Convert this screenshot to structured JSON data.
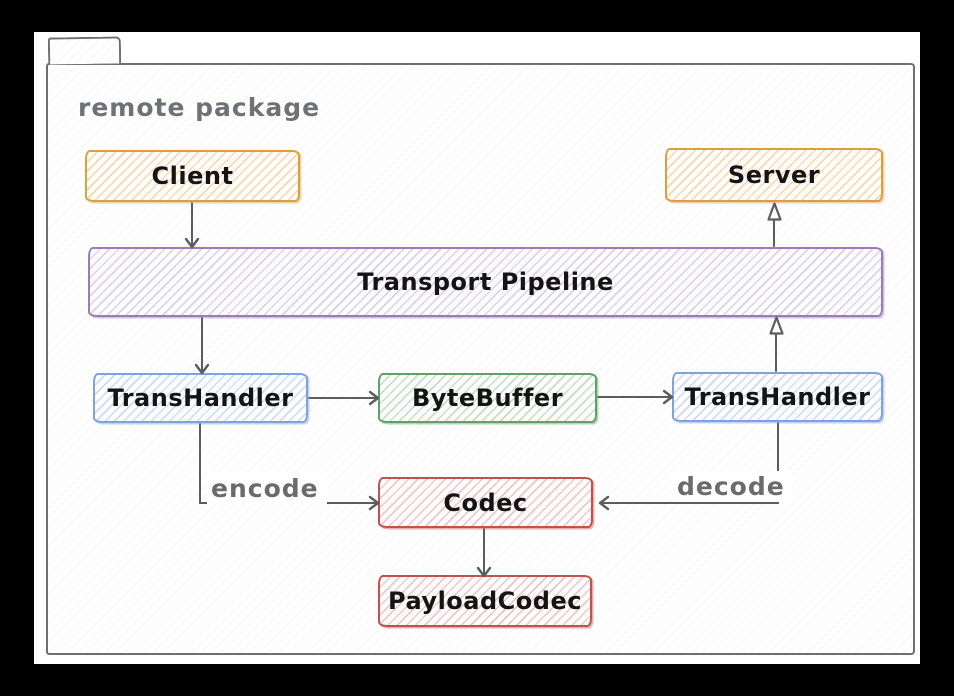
{
  "diagram": {
    "type": "package-component-diagram",
    "style": "hand-drawn-sketch"
  },
  "package": {
    "label": "remote package"
  },
  "nodes": {
    "client": {
      "label": "Client",
      "color": "#dd9f3d"
    },
    "server": {
      "label": "Server",
      "color": "#dd9f3d"
    },
    "transport_pipeline": {
      "label": "Transport Pipeline",
      "color": "#9c7bb5"
    },
    "trans_handler_left": {
      "label": "TransHandler",
      "color": "#7da3dc"
    },
    "byte_buffer": {
      "label": "ByteBuffer",
      "color": "#5fa265"
    },
    "trans_handler_right": {
      "label": "TransHandler",
      "color": "#7da3dc"
    },
    "codec": {
      "label": "Codec",
      "color": "#c0524e"
    },
    "payload_codec": {
      "label": "PayloadCodec",
      "color": "#c0524e"
    }
  },
  "edges": [
    {
      "from": "client",
      "to": "transport_pipeline",
      "label": "",
      "head": "chevron-down"
    },
    {
      "from": "transport_pipeline",
      "to": "trans_handler_left",
      "label": "",
      "head": "chevron-down"
    },
    {
      "from": "trans_handler_left",
      "to": "byte_buffer",
      "label": "",
      "head": "chevron-right"
    },
    {
      "from": "byte_buffer",
      "to": "trans_handler_right",
      "label": "",
      "head": "chevron-right"
    },
    {
      "from": "trans_handler_right",
      "to": "transport_pipeline",
      "label": "",
      "head": "open-triangle-up"
    },
    {
      "from": "transport_pipeline",
      "to": "server",
      "label": "",
      "head": "open-triangle-up"
    },
    {
      "from": "trans_handler_left",
      "to": "codec",
      "label": "encode",
      "head": "chevron-right"
    },
    {
      "from": "trans_handler_right",
      "to": "codec",
      "label": "decode",
      "head": "chevron-left"
    },
    {
      "from": "codec",
      "to": "payload_codec",
      "label": "",
      "head": "chevron-down"
    }
  ],
  "colors": {
    "line": "#5c5c5c",
    "edge_label": "#6b6b6b",
    "package_outline": "#6f6f6f",
    "package_label": "#6e7277",
    "node_text": "#141414",
    "frame": "#000000",
    "canvas": "#ffffff"
  }
}
